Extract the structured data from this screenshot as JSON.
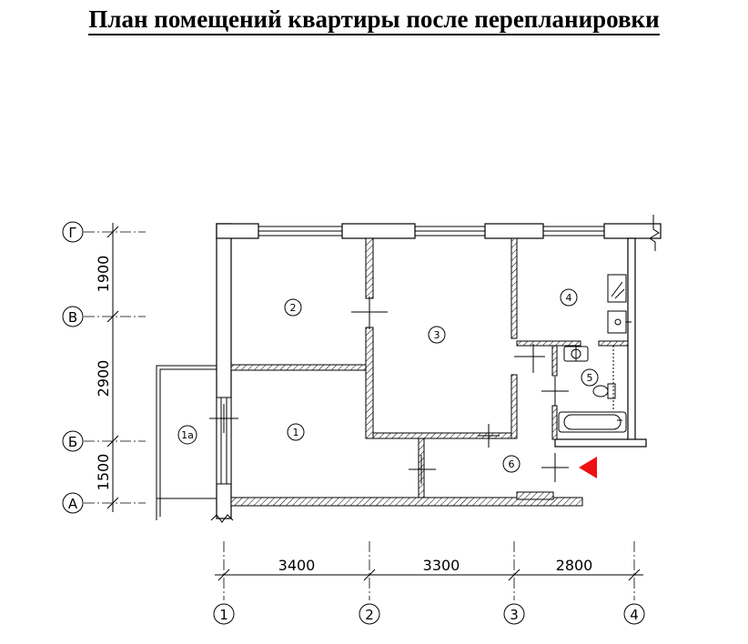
{
  "title": "План помещений квартиры после перепланировки",
  "grid_axes": {
    "rows": [
      "Г",
      "В",
      "Б",
      "А"
    ],
    "columns": [
      "1",
      "2",
      "3",
      "4"
    ]
  },
  "dimensions": {
    "vertical": [
      "1900",
      "2900",
      "1500"
    ],
    "horizontal": [
      "3400",
      "3300",
      "2800"
    ]
  },
  "rooms": [
    "1а",
    "1",
    "2",
    "3",
    "4",
    "5",
    "6"
  ],
  "colors": {
    "marker": "#ee1111",
    "lines": "#000000"
  }
}
